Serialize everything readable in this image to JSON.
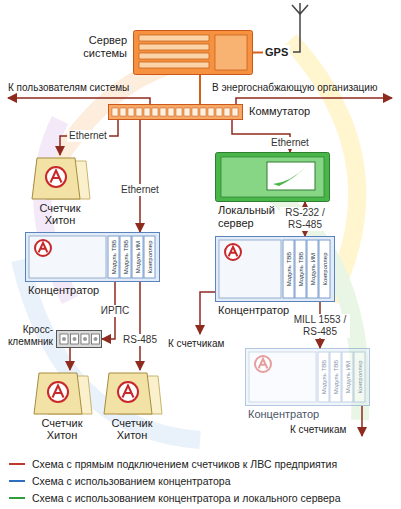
{
  "diagram": {
    "nodes": [
      {
        "text": [
          "Сервер системы"
        ]
      },
      {
        "text": [
          "GPS"
        ]
      },
      {
        "text": [
          "Коммутатор"
        ]
      },
      {
        "text": [
          "Счетчик Хитон"
        ]
      },
      {
        "text": [
          "Локальный сервер"
        ]
      },
      {
        "text": [
          "Концентратор",
          "Модуль ТВБ",
          "Модуль ТВБ",
          "Модуль ИМ",
          "Контроллер"
        ]
      },
      {
        "text": [
          "Концентратор",
          "Модуль ТВБ",
          "Модуль ТВБ",
          "Модуль ИМ",
          "Контроллер"
        ]
      },
      {
        "text": [
          "Кросс-клеммник"
        ]
      },
      {
        "text": [
          "Счетчик Хитон"
        ]
      },
      {
        "text": [
          "Счетчик Хитон"
        ]
      },
      {
        "text": [
          "Концентратор",
          "Модуль ТВБ",
          "Модуль ТВБ",
          "Модуль ИМ",
          "Контроллер"
        ]
      }
    ],
    "edges": [
      {
        "from": 0,
        "to": 1,
        "arrow": "none"
      },
      {
        "from": 0,
        "to": 2,
        "arrow": "none"
      },
      {
        "from": 2,
        "to": 3,
        "label": "Ethernet",
        "arrow": "to"
      },
      {
        "from": 2,
        "to": 5,
        "label": "Ethernet",
        "arrow": "to"
      },
      {
        "from": 2,
        "to": 4,
        "label": "Ethernet",
        "arrow": "to"
      },
      {
        "from": 4,
        "to": 6,
        "label": "RS-232 / RS-485",
        "arrow": "both"
      },
      {
        "from": 5,
        "to": 7,
        "label": "ИРПС",
        "arrow": "to"
      },
      {
        "from": 7,
        "to": 8,
        "arrow": "to"
      },
      {
        "from": 5,
        "to": 9,
        "label": "RS-485",
        "arrow": "to"
      },
      {
        "from": 6,
        "to": 10,
        "label": "MILL 1553 / RS-485",
        "arrow": "to"
      }
    ],
    "labels": [
      "К пользователям системы",
      "В энергоснабжающую организацию",
      "К счетчикам",
      "К счетчикам"
    ],
    "legend": [
      {
        "text": "Схема с прямым подключением счетчиков к ЛВС предприятия"
      },
      {
        "text": "Схема с использованием концентратора"
      },
      {
        "text": "Схема с использованием концентратора и локального сервера"
      }
    ]
  }
}
